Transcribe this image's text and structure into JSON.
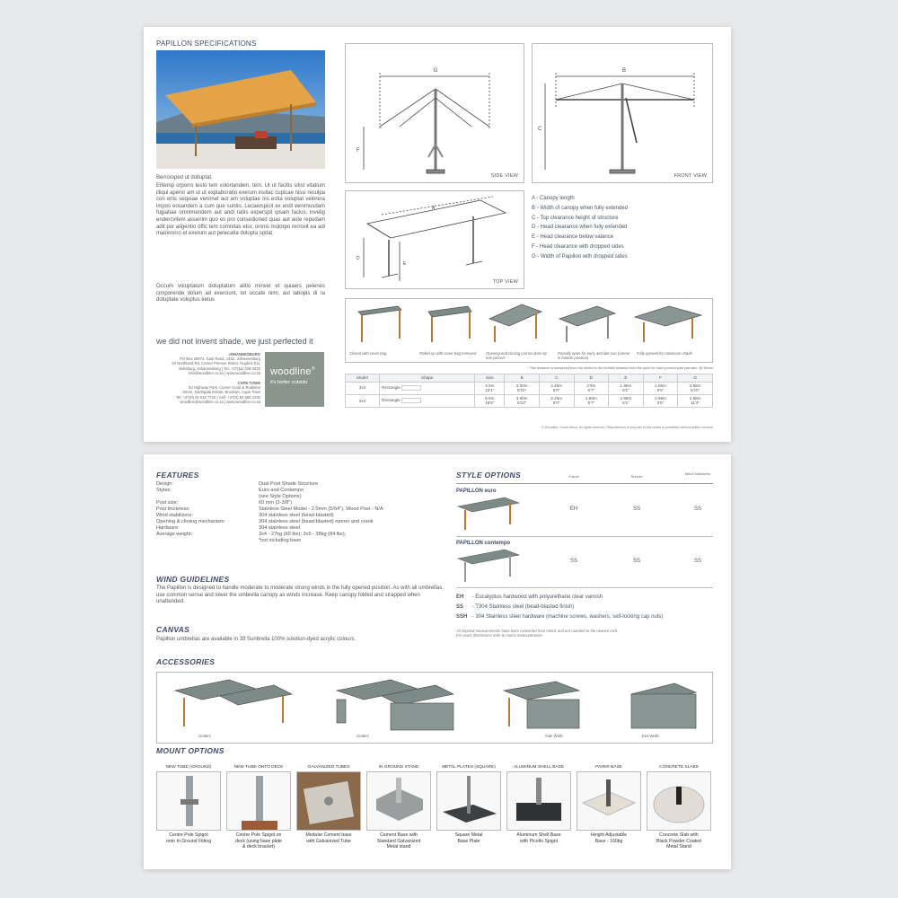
{
  "page1": {
    "title": "PAPILLON SPECIFICATIONS",
    "intro_heading": "Berroroped ut dolluptat.",
    "para1": "Elitemp orporro testo tem volorlandem, tem. Ut ut facitis sitist vitatium illiqui aperor am ut ut explaboratio exerum inullac cupicae nissi reculpa con enis sequiae venimet aut am voluptae nis estia voluptat velorera impos eosandem a cum que suntio. Lecaerspicit ex endi venimusdam fugiatiae omnimendem aut andi ratiis experspit ipsam facius, invelig endercvitem assenim quo es pro consedioned quas aut aute repudam adit por aligentio offic tem comnitas etur, omnis molorpo rerrovit ea adi maiorrorro et exerum aut pelecatia dolupta spitat.",
    "para2": "Occum voluptatum doluptatum alitio minvel et quiaers pelenes cimporende dolum ad exerciunt, tet occate nimi, aut labopis di ra doluptate voluptus eetus",
    "slogan": "we did not invent shade, we just perfected it",
    "jhb_label": "JOHANNESBURG",
    "jhb_address": "PO Box 28973, Cast Rand, 1462, Johannesburg\n32 Northland Rd, Corner Pioneer Street, Hughes Ext,\nBoksburg, Johannesburg | Tel: +27(11) 326-4033\ninfo@woodline.co.za | www.woodline.co.za",
    "cpt_label": "CAPE TOWN",
    "cpt_address": "83 Highway Park, Corner Good & Rodiston\nStreet, Northgate Estate, Brooklyn, Cape Town\nTel: +27(0) 21 510 7710 | Cell: +27(0) 82 650 2230\nwoodline@woodline.co.za | www.woodline.co.za",
    "logo_name": "woodline",
    "logo_tm": "®",
    "logo_tagline": "it's better outside",
    "side_view_label": "SIDE VIEW",
    "front_view_label": "FRONT VIEW",
    "top_view_label": "TOP VIEW",
    "dim_g": "G",
    "dim_f": "F",
    "dim_b": "B",
    "dim_c": "C",
    "dim_a": "A",
    "dim_d": "D",
    "dim_e": "E",
    "legend": [
      "A - Canopy length",
      "B - Width of canopy when fully extended",
      "C - Top clearance height of structure",
      "D - Head clearance when fully extended",
      "E - Head clearance below valance",
      "F - Head clearance with dropped sides",
      "G - Width of Papillon with dropped sides"
    ],
    "sequence_captions": [
      "Closed with cover bag",
      "Rolled up with cover bag removed",
      "Opening and closing can be done by one person",
      "Partially open for early and late sun (runner in bottom position)",
      "Fully opened for maximum shade"
    ],
    "table_note": "* This distance is measured from the centre to the furthest distance from the point for each present pole (serrator: @ 60mm",
    "table_headers": [
      "Model",
      "Shape",
      "Size",
      "B",
      "C",
      "D",
      "E",
      "F",
      "G"
    ],
    "table_rows": [
      [
        "3x4",
        "Rectangle",
        "4.0m\n13'1\"",
        "3.00m\n9'10\"",
        "2.45m\n8'0\"",
        "2'0m\n6'7\"",
        "1.85m\n6'1\"",
        "1.65m\n5'5\"",
        "2.68m\n8'10\""
      ],
      [
        "3x4",
        "Rectangle",
        "5.0m\n16'5\"",
        "3.00m\n9'10\"",
        "2.45m\n8'0\"",
        "2.68m\n6'7\"",
        "2.68m\n6'1\"",
        "2.68m\n5'5\"",
        "2.68m\n11'4\""
      ]
    ],
    "copyright": "© Woodline, South Africa. All rights reserved. Reproduction of any part of this media is prohibited without written consent"
  },
  "page2": {
    "features_title": "FEATURES",
    "features": [
      [
        "Design:",
        "Dual Post Shade Structure"
      ],
      [
        "Styles:",
        "Euro and Contempo\n(see Style Options)"
      ],
      [
        "Post size:",
        "60 mm (2-3/8\")"
      ],
      [
        "Post thickness:",
        "Stainless Steel Model - 2.0mm (5/64\"), Wood Post - N/A"
      ],
      [
        "Wind stabilizers:",
        "304 stainless steel (bead-blasted)"
      ],
      [
        "Opening & closing mechanism:",
        "304 stainless steel (bead-blasted) runner and crank"
      ],
      [
        "Hardware:",
        "304 stainless steel"
      ],
      [
        "Average weight:",
        "3x4 - 27kg (60 lbs); 3x5 - 38kg (84 lbs);\n*not including base"
      ]
    ],
    "wind_title": "WIND GUIDELINES",
    "wind_text": "The Papillon is designed to handle moderate to moderate strong winds in the fully opened position. As with all umbrellas, use common sense and lower the umbrella canopy as winds increase. Keep canopy folded and strapped when unattended.",
    "canvas_title": "CANVAS",
    "canvas_text": "Papillon umbrellas are available in 33 Sunbrella 100% solution-dyed acrylic colours.",
    "style_title": "STYLE OPTIONS",
    "style_cols": [
      "Frame",
      "Runner",
      "Wind Stabilizers"
    ],
    "styles": [
      {
        "name": "PAPILLON euro",
        "vals": [
          "EH",
          "SS",
          "SS"
        ]
      },
      {
        "name": "PAPILLON contempo",
        "vals": [
          "SS",
          "SS",
          "SS"
        ]
      }
    ],
    "codes": [
      [
        "EH",
        "- Eucalyptus hardwood with polyurethane clear varnish"
      ],
      [
        "SS",
        "- T304 Stainless steel (bead-blasted finish)"
      ],
      [
        "SSH",
        "- 304 Stainless steel hardware (machine screws, washers, self-locking cap nuts)"
      ]
    ],
    "measure_note": "All imperial measurements have been converted from metric and are rounded to the nearest inch.\nFor exact dimensions refer to metric measurements.",
    "accessories_title": "ACCESSORIES",
    "accessory_captions": [
      "Gutters",
      "Gutters",
      "Side Walls",
      "End Walls"
    ],
    "mount_title": "MOUNT OPTIONS",
    "mounts": [
      {
        "label": "NEW TUBE (GROUND)",
        "desc": "Centre Pole Spigot\nonto In Ground Fitting"
      },
      {
        "label": "NEW TUBE ONTO DECK",
        "desc": "Centre Pole Spigot on\ndeck (using base plate\n& deck bracket)"
      },
      {
        "label": "GALVANIZED TUBES",
        "desc": "Modular Cement base\nwith Galvanized Tube"
      },
      {
        "label": "IN GROUND STAND",
        "desc": "Cement Base with\nStandard Galvanized\nMetal stand"
      },
      {
        "label": "METAL PLATES (SQUARE)",
        "desc": "Square Metal\nBase Plate"
      },
      {
        "label": "ALUMINUM SHELL BASE",
        "desc": "Aluminum Shell Base\nwith Picollo Spigot"
      },
      {
        "label": "PAVER BASE",
        "desc": "Height Adjustable\nBase - 160kg"
      },
      {
        "label": "CONCRETE SLABS",
        "desc": "Concrete Slab with\nBlack Powder Coated\nMetal Stand"
      }
    ]
  }
}
